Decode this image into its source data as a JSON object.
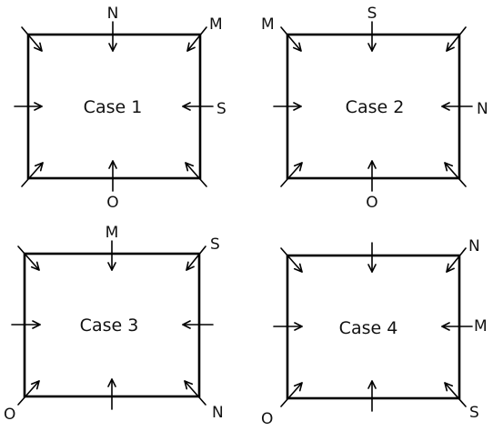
{
  "cases": [
    {
      "label": "Case 1",
      "directions": {
        "top": "N",
        "top_right": "M",
        "right": "S",
        "bottom": "O"
      }
    },
    {
      "label": "Case 2",
      "directions": {
        "top_left": "M",
        "top": "S",
        "right": "N",
        "bottom": "O"
      }
    },
    {
      "label": "Case 3",
      "directions": {
        "top": "M",
        "top_right": "S",
        "bottom_left": "O",
        "bottom_right": "N"
      }
    },
    {
      "label": "Case 4",
      "directions": {
        "top_right": "N",
        "right": "M",
        "bottom_left": "O",
        "bottom_right": "S"
      }
    }
  ]
}
